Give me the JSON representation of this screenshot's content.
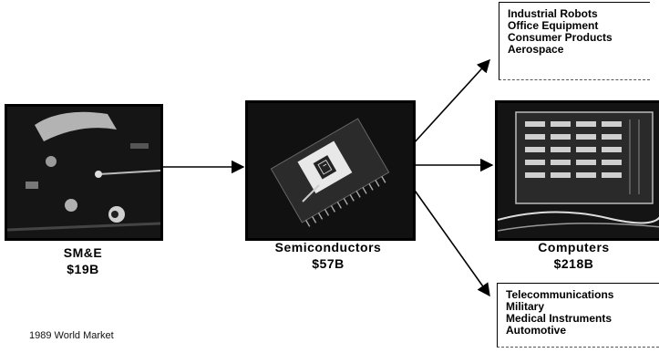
{
  "nodes": {
    "sme": {
      "name": "SM&E",
      "value": "$19B"
    },
    "semiconductors": {
      "name": "Semiconductors",
      "value": "$57B"
    },
    "computers": {
      "name": "Computers",
      "value": "$218B"
    }
  },
  "lists": {
    "top": [
      "Industrial Robots",
      "Office Equipment",
      "Consumer Products",
      "Aerospace"
    ],
    "bottom": [
      "Telecommunications",
      "Military",
      "Medical Instruments",
      "Automotive"
    ]
  },
  "footer": {
    "text": "1989 World Market"
  }
}
